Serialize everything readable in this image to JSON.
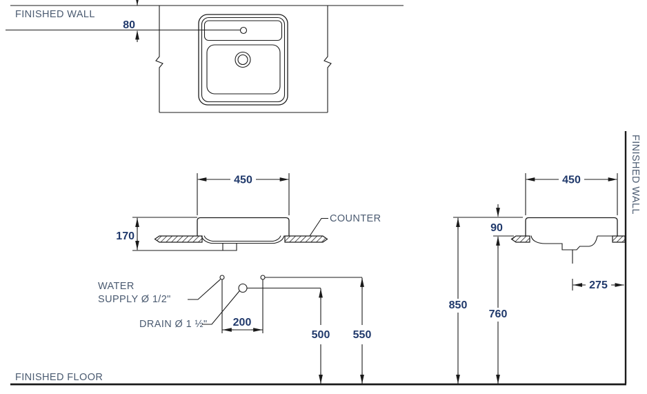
{
  "drawing": {
    "type": "sanitary-fixture-installation-diagram",
    "labels": {
      "finished_wall_top": "FINISHED WALL",
      "finished_wall_side": "FINISHED WALL",
      "finished_floor": "FINISHED FLOOR",
      "counter": "COUNTER",
      "water_supply_line1": "WATER",
      "water_supply_line2": "SUPPLY Ø 1/2\"",
      "drain": "DRAIN Ø 1 ½\""
    },
    "dimensions": {
      "faucet_center_from_wall": "80",
      "basin_width_front": "450",
      "basin_height_front": "170",
      "supply_spacing": "200",
      "drain_height_from_floor": "500",
      "supply_height_from_floor": "550",
      "basin_width_side": "450",
      "rim_above_counter": "90",
      "rim_height_from_floor": "850",
      "counter_height_from_floor": "760",
      "drain_center_from_wall": "275"
    },
    "colors": {
      "line": "#1a1a1a",
      "label_text": "#4a5a70",
      "dimension_text": "#20396b",
      "background": "#ffffff"
    }
  }
}
